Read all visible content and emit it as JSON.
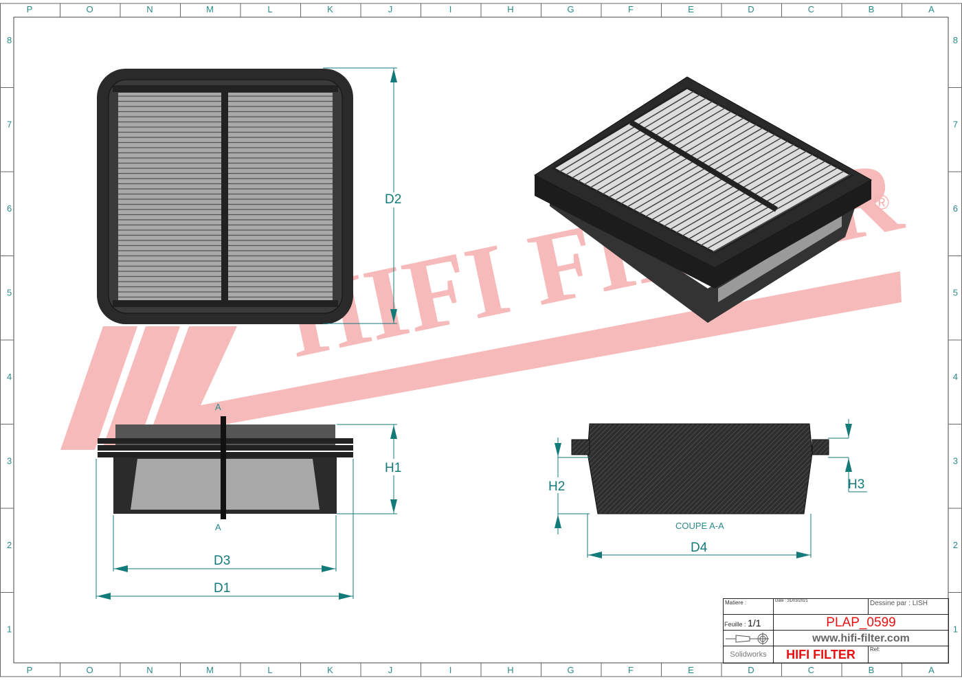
{
  "frame": {
    "columns": [
      "P",
      "O",
      "N",
      "M",
      "L",
      "K",
      "J",
      "I",
      "H",
      "G",
      "F",
      "E",
      "D",
      "C",
      "B",
      "A"
    ],
    "rows": [
      "8",
      "7",
      "6",
      "5",
      "4",
      "3",
      "2",
      "1"
    ]
  },
  "watermark": {
    "text": "HIFI FILTER",
    "mark": "®",
    "color": "#f4a0a0"
  },
  "dimensions": {
    "d1": "D1",
    "d2": "D2",
    "d3": "D3",
    "d4": "D4",
    "h1": "H1",
    "h2": "H2",
    "h3": "H3"
  },
  "section": {
    "marker": "A",
    "label": "COUPE A-A"
  },
  "title_block": {
    "material_label": "Matiere :",
    "date_label": "Date : 31/03/2021",
    "drawn_by": "Dessine par : LISH",
    "sheet_label": "Feuille :",
    "sheet_value": "1/1",
    "part_number": "PLAP_0599",
    "website": "www.hifi-filter.com",
    "software": "Solidworks",
    "brand": "HIFI FILTER",
    "ref_label": "Ref:"
  },
  "colors": {
    "dimension": "#137a7a",
    "brand_red": "#e81010",
    "frame": "#555555"
  }
}
